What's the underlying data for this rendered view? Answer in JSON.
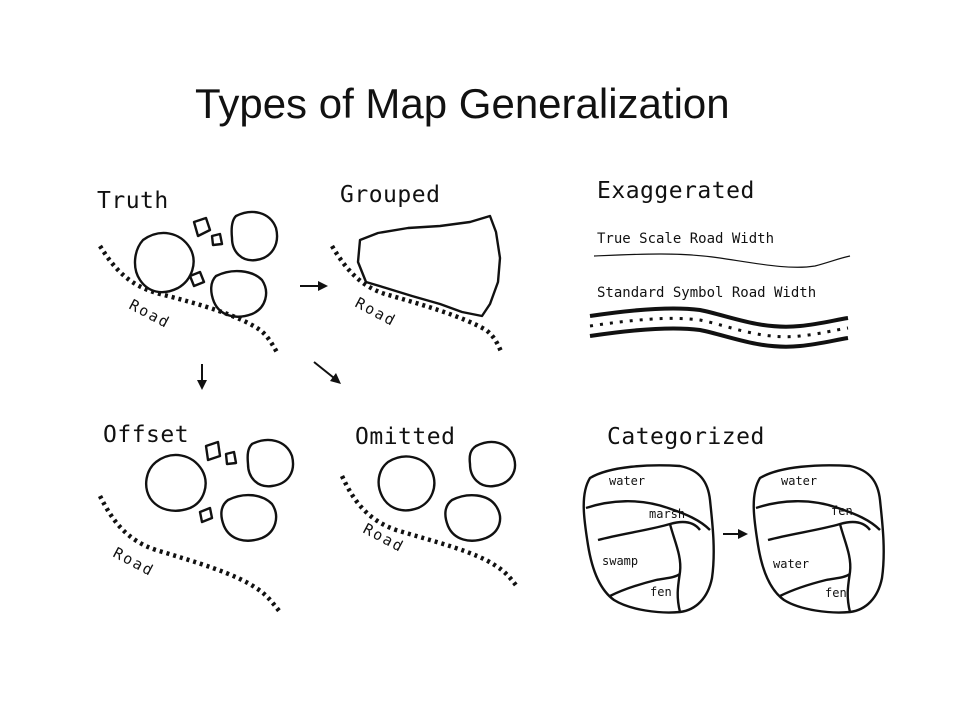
{
  "title": "Types of Map Generalization",
  "panels": {
    "truth": "Truth",
    "grouped": "Grouped",
    "exaggerated": "Exaggerated",
    "offset": "Offset",
    "omitted": "Omitted",
    "categorized": "Categorized"
  },
  "road_label": "Road",
  "exaggerated_labels": {
    "true_scale": "True Scale Road Width",
    "standard_symbol": "Standard Symbol Road Width"
  },
  "categorized_before": [
    "water",
    "marsh",
    "swamp",
    "fen"
  ],
  "categorized_after": [
    "water",
    "fen",
    "water",
    "fen"
  ]
}
